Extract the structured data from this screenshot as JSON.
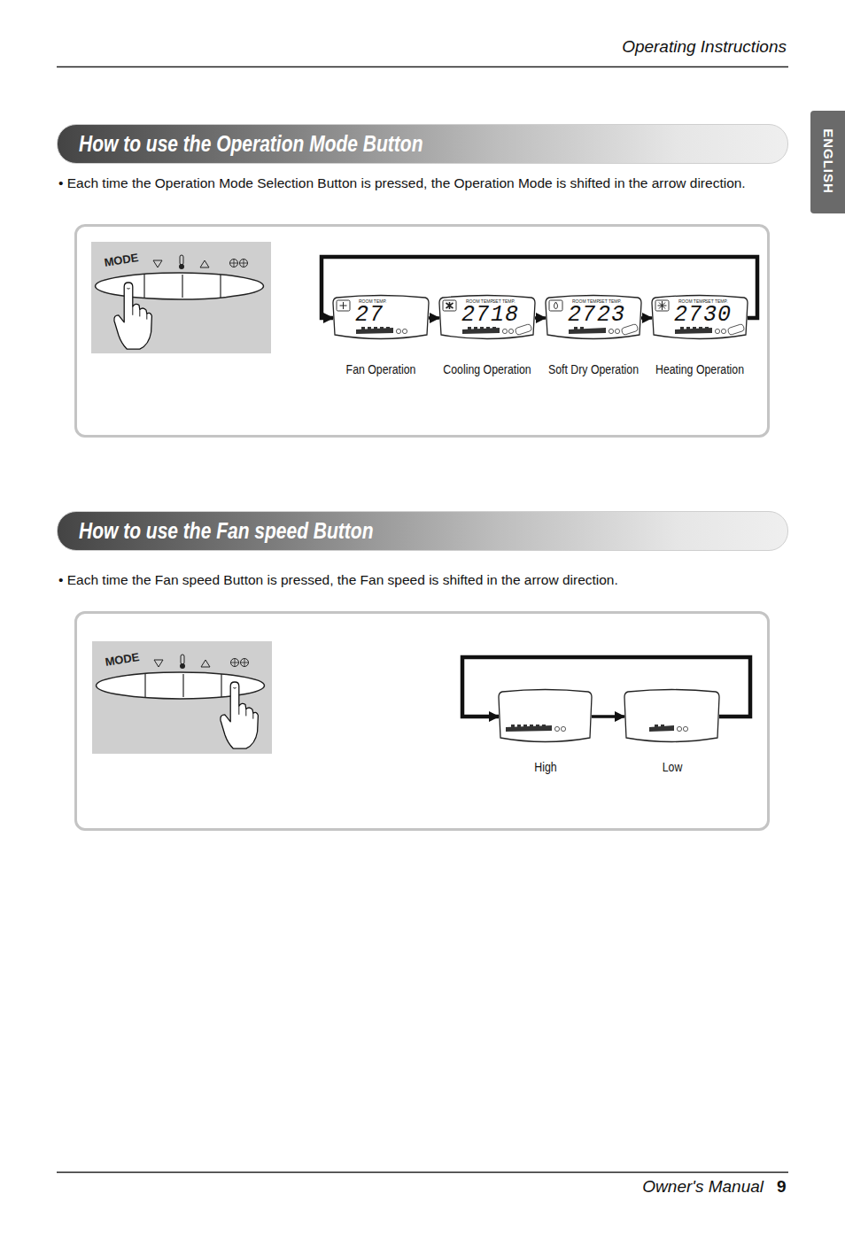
{
  "diagram": {
    "nodes": [
      {
        "text": [
          "How to use the Operation Mode Button"
        ]
      },
      {
        "text": [
          "• Each time the Operation Mode Selection Button is pressed, the Operation Mode is shifted in the arrow direction."
        ]
      },
      {
        "text": [
          "MODE"
        ],
        "in": 1
      },
      {
        "text": [
          "ROOM TEMP.",
          "27",
          "Fan Operation"
        ],
        "in": 1
      },
      {
        "text": [
          "ROOM TEMP.",
          "SET TEMP.",
          "27",
          "18",
          "Cooling Operation"
        ],
        "in": 1
      },
      {
        "text": [
          "ROOM TEMP.",
          "SET TEMP.",
          "27",
          "23",
          "Soft Dry Operation"
        ],
        "in": 1
      },
      {
        "text": [
          "ROOM TEMP.",
          "SET TEMP.",
          "27",
          "30",
          "Heating Operation"
        ],
        "in": 1
      },
      {
        "text": [
          "How to use the Fan speed Button"
        ]
      },
      {
        "text": [
          "• Each time the Fan speed Button is pressed, the Fan speed is shifted in the arrow direction."
        ]
      },
      {
        "text": [
          "MODE"
        ],
        "in": 8
      },
      {
        "text": [
          "High"
        ],
        "in": 8
      },
      {
        "text": [
          "Low"
        ],
        "in": 8
      }
    ],
    "edges": [
      {
        "from": 3,
        "to": 4,
        "arrow": "to"
      },
      {
        "from": 4,
        "to": 5,
        "arrow": "to"
      },
      {
        "from": 5,
        "to": 6,
        "arrow": "to"
      },
      {
        "from": 6,
        "to": 3,
        "arrow": "to"
      },
      {
        "from": 10,
        "to": 11,
        "arrow": "to"
      },
      {
        "from": 11,
        "to": 10,
        "arrow": "to"
      }
    ],
    "labels": [
      "Operating Instructions",
      "ENGLISH",
      "Owner's Manual",
      "9"
    ]
  }
}
